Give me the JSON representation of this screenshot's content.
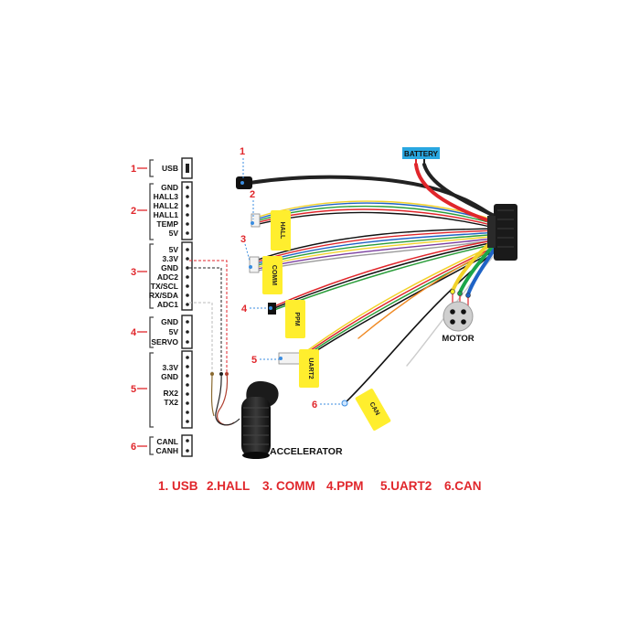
{
  "diagram": {
    "groups": [
      {
        "number": "1",
        "pins": [
          "USB"
        ]
      },
      {
        "number": "2",
        "pins": [
          "GND",
          "HALL3",
          "HALL2",
          "HALL1",
          "TEMP",
          "5V"
        ]
      },
      {
        "number": "3",
        "pins": [
          "5V",
          "3.3V",
          "GND",
          "ADC2",
          "TX/SCL",
          "RX/SDA",
          "ADC1"
        ]
      },
      {
        "number": "4",
        "pins": [
          "GND",
          "5V",
          "SERVO"
        ]
      },
      {
        "number": "5",
        "pins": [
          "3.3V",
          "GND",
          "RX2",
          "TX2"
        ]
      },
      {
        "number": "6",
        "pins": [
          "CANL",
          "CANH"
        ]
      }
    ],
    "callouts": [
      "1",
      "2",
      "3",
      "4",
      "5",
      "6"
    ],
    "wire_tags": [
      "HALL",
      "COMM",
      "PPM",
      "UART2",
      "CAN"
    ],
    "battery_label": "BATTERY",
    "motor_label": "MOTOR",
    "accelerator_label": "ACCELERATOR",
    "colors": {
      "accent_red": "#e0262b",
      "tag_yellow": "#ffee2e",
      "battery_blue": "#29a7e1"
    }
  },
  "legend": [
    "1. USB",
    "2.HALL",
    "3. COMM",
    "4.PPM",
    "5.UART2",
    "6.CAN"
  ]
}
